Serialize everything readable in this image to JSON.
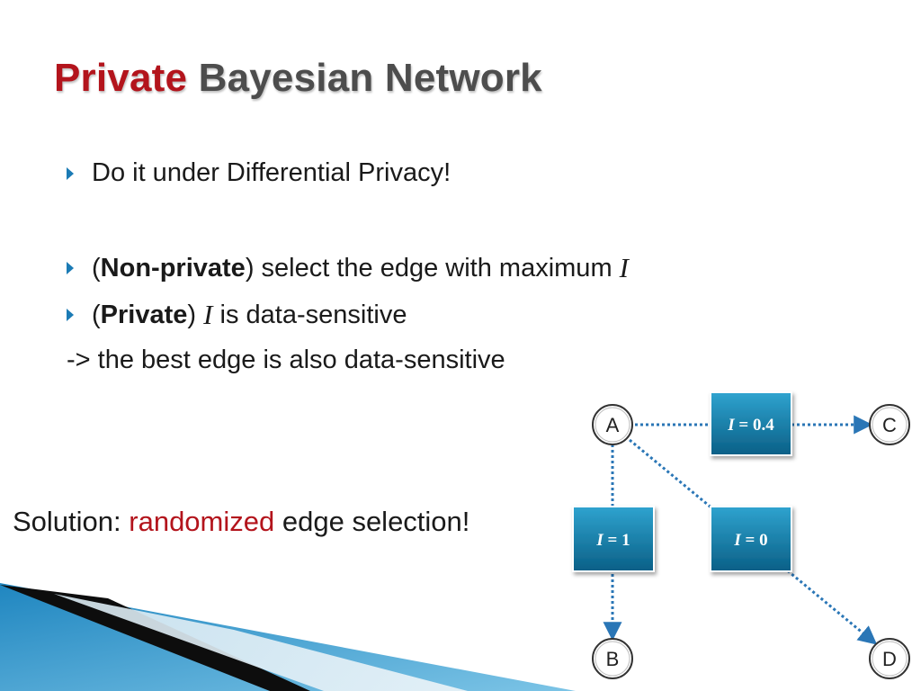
{
  "title": {
    "accent": "Private",
    "rest": "Bayesian Network"
  },
  "bullets": {
    "b1": {
      "text": "Do it under Differential Privacy!"
    },
    "b2": {
      "open": "(",
      "bold": "Non-private",
      "close": ")",
      "text": " select the edge with maximum ",
      "math": "I"
    },
    "b3": {
      "open": "(",
      "bold": "Private",
      "close": ")",
      "math": "I",
      "text": " is data-sensitive"
    },
    "line4": "-> the best edge is also data-sensitive"
  },
  "solution": {
    "prefix": "Solution: ",
    "highlight": "randomized",
    "suffix": " edge selection!"
  },
  "network": {
    "nodes": {
      "a": "A",
      "b": "B",
      "c": "C",
      "d": "D"
    },
    "boxes": {
      "ac": {
        "var": "I",
        "rel": " = ",
        "val": "0.4"
      },
      "ab": {
        "var": "I",
        "rel": " = ",
        "val": "1"
      },
      "ad": {
        "var": "I",
        "rel": " = ",
        "val": "0"
      }
    }
  },
  "colors": {
    "accent_red": "#b3141c",
    "title_gray": "#4d4d4d",
    "bullet_blue": "#1b7bb5",
    "edge_blue": "#2a76b6",
    "box_top": "#2a9cc8",
    "box_bottom": "#0a5f86"
  }
}
